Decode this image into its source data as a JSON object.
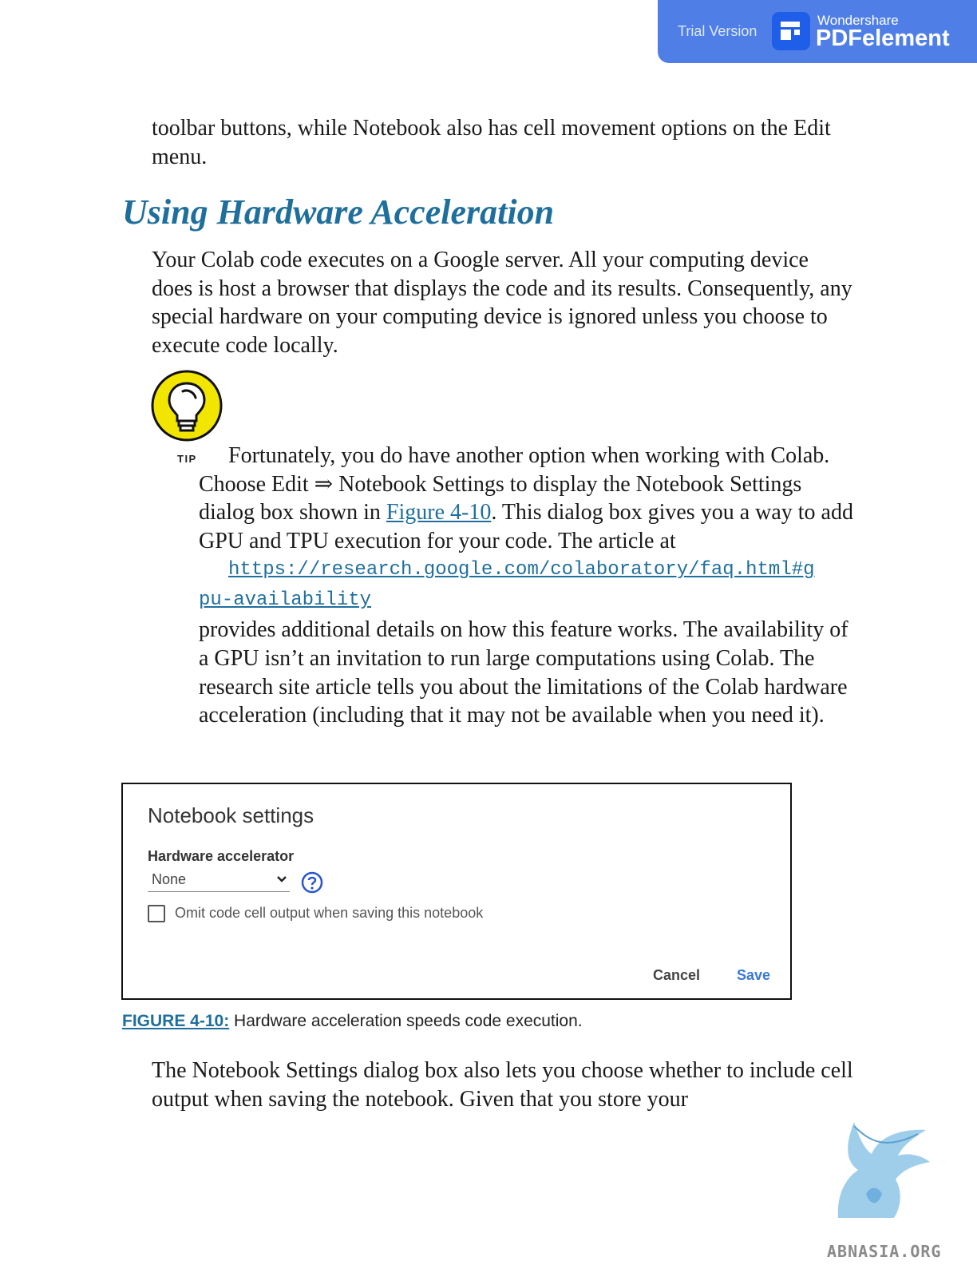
{
  "banner": {
    "trial": "Trial Version",
    "brand_small": "Wondershare",
    "brand_big": "PDFelement"
  },
  "paragraphs": {
    "top": "toolbar buttons, while Notebook also has cell movement options on the Edit menu.",
    "intro": "Your Colab code executes on a Google server. All your computing device does is host a browser that displays the code and its results. Consequently, any special hardware on your computing device is ignored unless you choose to execute code locally.",
    "bottom": "The Notebook Settings dialog box also lets you choose whether to include cell output when saving the notebook. Given that you store your"
  },
  "heading": "Using Hardware Acceleration",
  "tip": {
    "label": "TIP",
    "icon": "lightbulb-icon",
    "text_part1": "Fortunately, you do have another option when working with Colab. Choose Edit ⇒ Notebook Settings to display the Notebook Settings dialog box shown in ",
    "figure_link": "Figure 4-10",
    "text_part2": ". This dialog box gives you a way to add GPU and TPU execution for your code. The article at ",
    "url": "https://research.google.com/colaboratory/faq.html#gpu-availability",
    "text_part3": " provides additional details on how this feature works. The availability of a GPU isn’t an invitation to run large computations using Colab. The research site article tells you about the limitations of the Colab hardware acceleration (including that it may not be available when you need it)."
  },
  "dialog": {
    "title": "Notebook settings",
    "accelerator_label": "Hardware accelerator",
    "accelerator_value": "None",
    "omit_label": "Omit code cell output when saving this notebook",
    "omit_checked": false,
    "cancel": "Cancel",
    "save": "Save",
    "accent_color": "#3a78d6"
  },
  "caption": {
    "figure": "FIGURE 4-10:",
    "text": " Hardware acceleration speeds code execution."
  },
  "watermark": {
    "text": "ABNASIA.ORG",
    "icon": "griffin-logo-icon"
  },
  "colors": {
    "heading": "#1f6f9d",
    "banner": "#4f7fe6"
  }
}
